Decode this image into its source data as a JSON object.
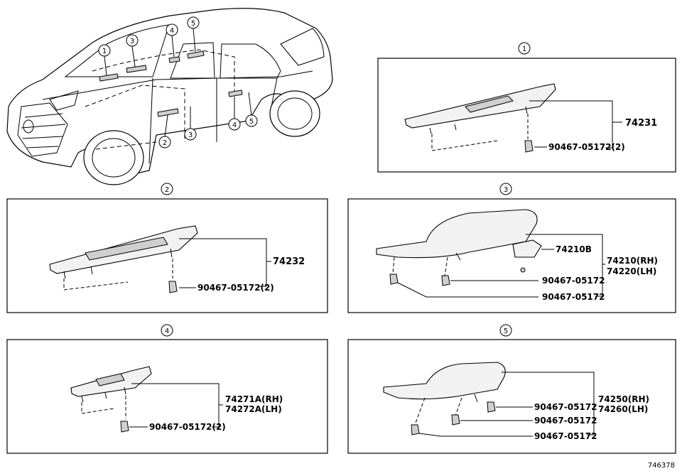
{
  "callouts": [
    "1",
    "2",
    "3",
    "4",
    "5"
  ],
  "sections": [
    {
      "id": "1",
      "parts": [
        "74231",
        "90467-05172(2)"
      ]
    },
    {
      "id": "2",
      "parts": [
        "74232",
        "90467-05172(2)"
      ]
    },
    {
      "id": "3",
      "parts": [
        "74210B",
        "74210(RH)",
        "74220(LH)",
        "90467-05172",
        "90467-05172"
      ]
    },
    {
      "id": "4",
      "parts": [
        "74271A(RH)",
        "74272A(LH)",
        "90467-05172(2)"
      ]
    },
    {
      "id": "5",
      "parts": [
        "74250(RH)",
        "74260(LH)",
        "90467-05172",
        "90467-05172",
        "90467-05172"
      ]
    }
  ],
  "figure_number": "746378"
}
